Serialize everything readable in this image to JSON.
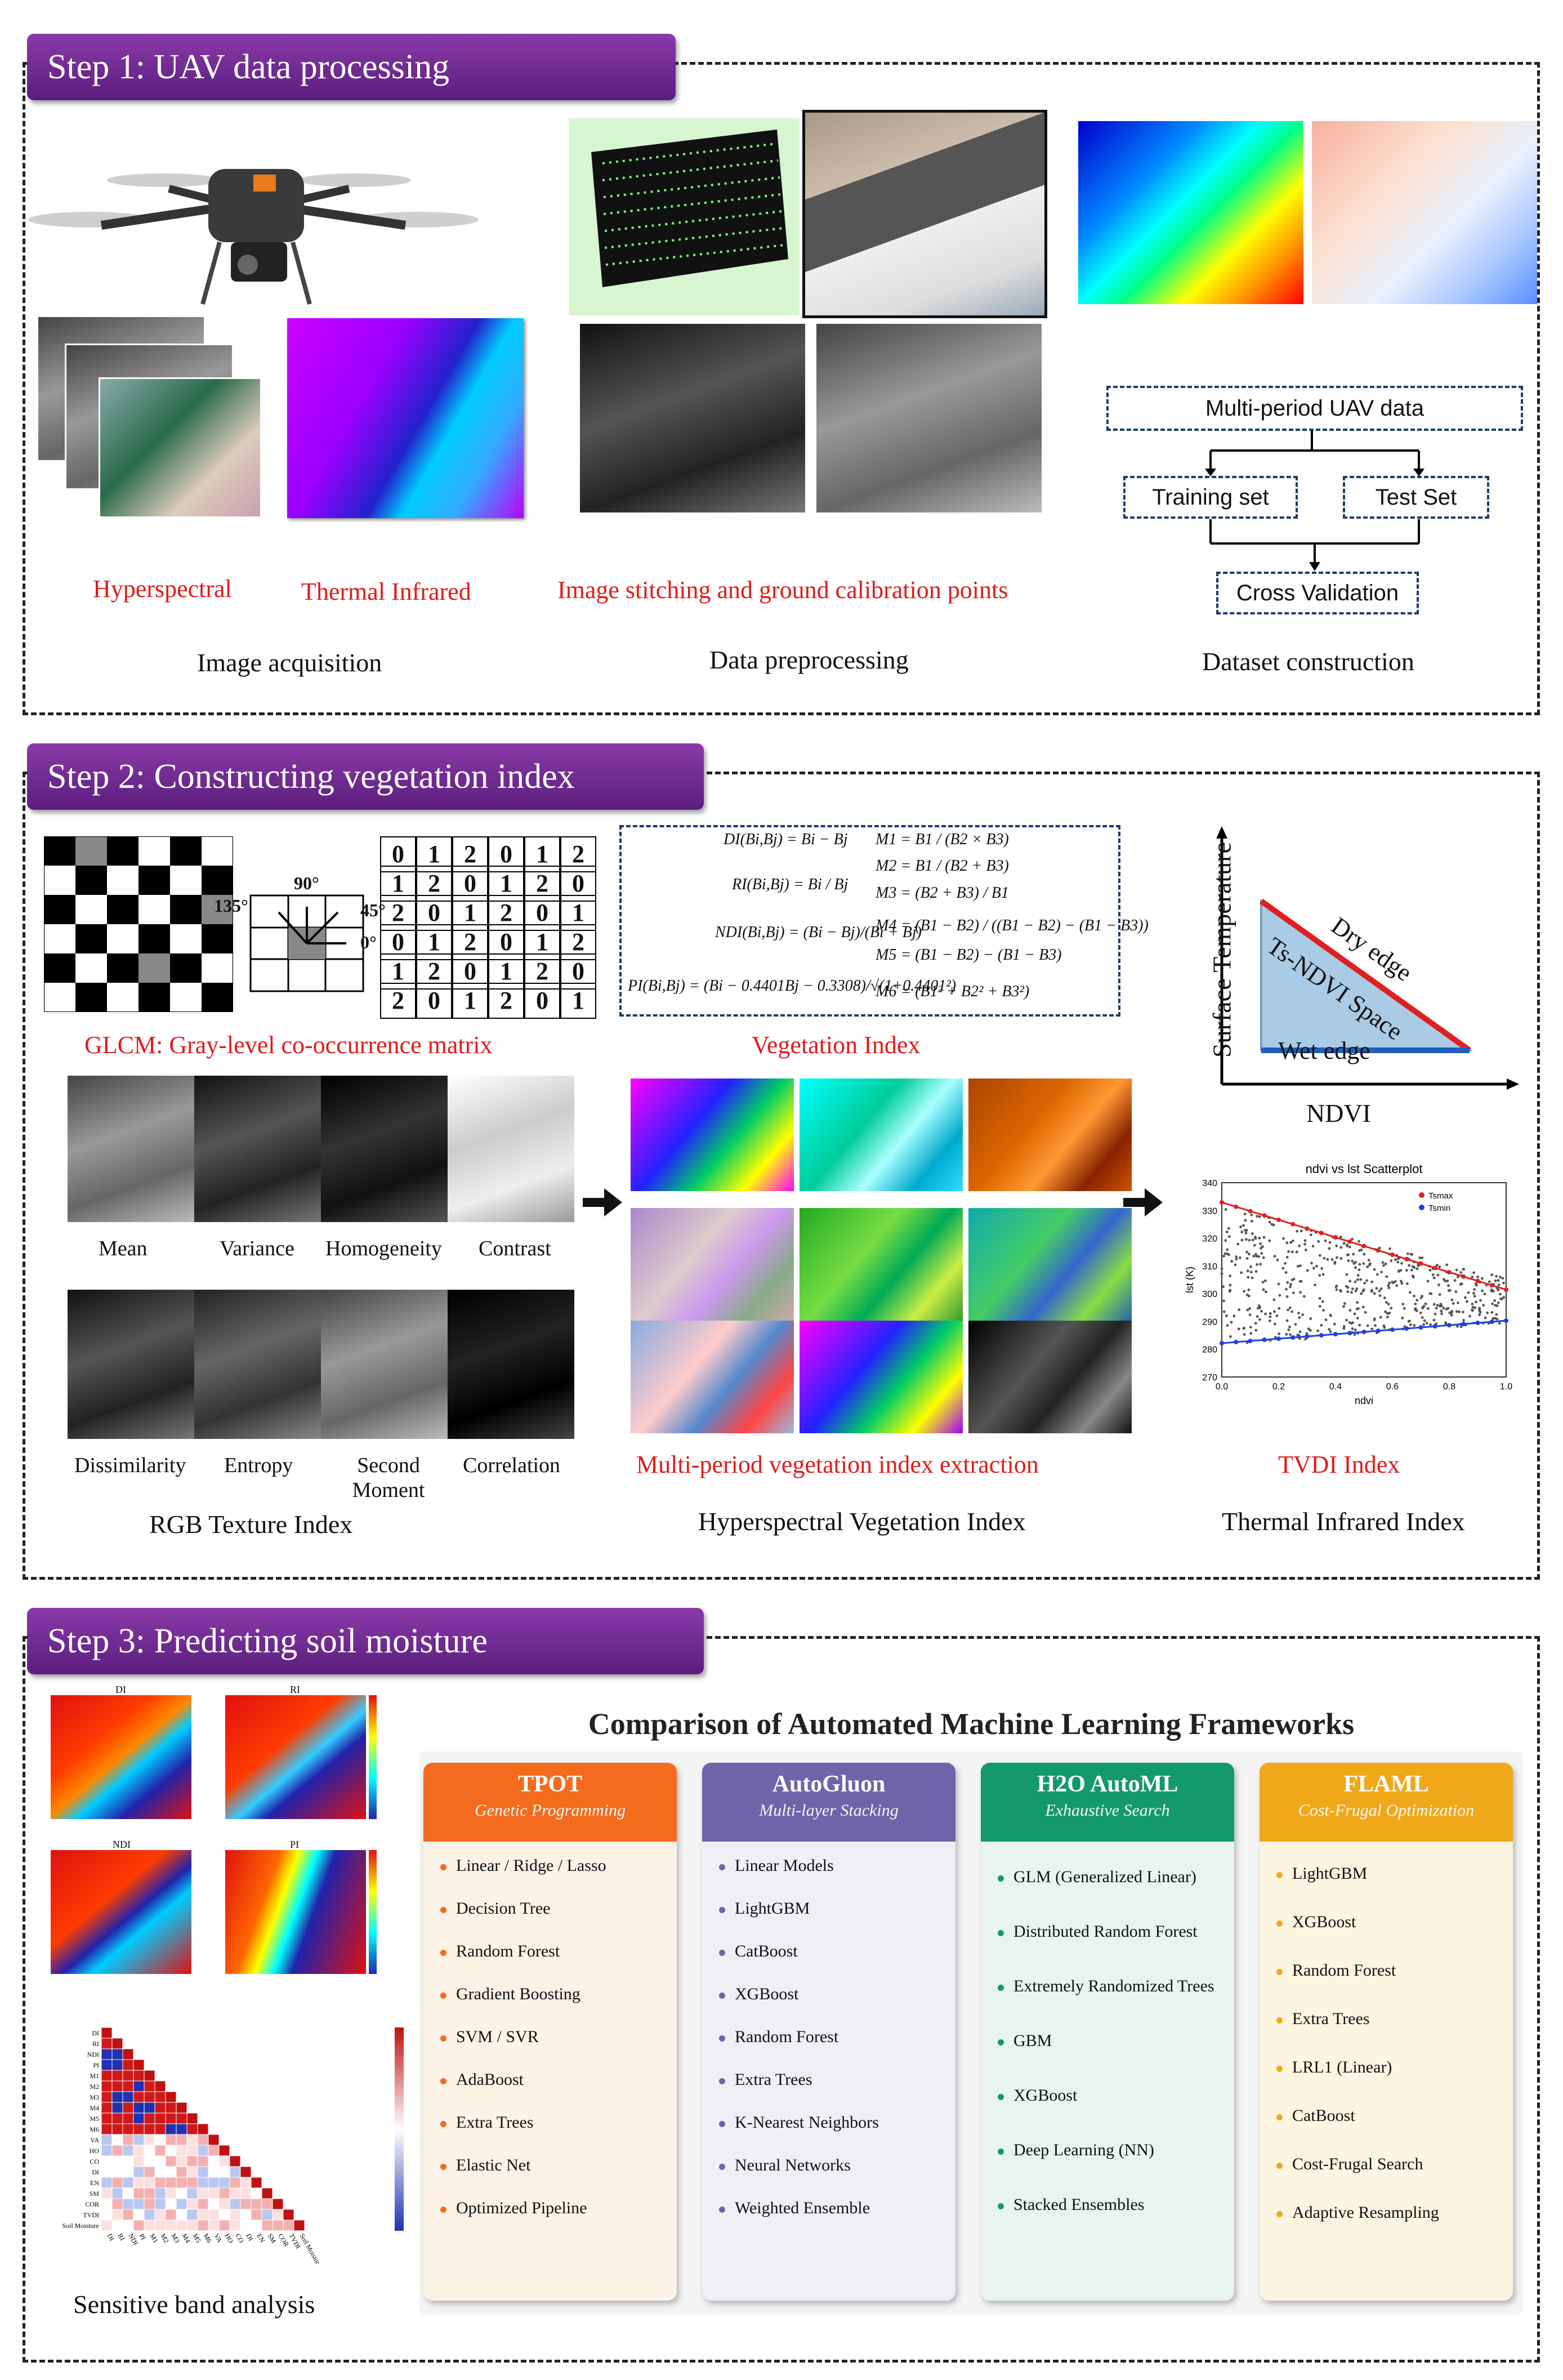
{
  "step1": {
    "title": "Step 1: UAV data processing",
    "labels": {
      "hyperspectral": "Hyperspectral",
      "thermal": "Thermal Infrared",
      "stitching": "Image stitching and ground calibration points",
      "image_acquisition": "Image acquisition",
      "data_preprocessing": "Data preprocessing",
      "dataset_construction": "Dataset construction"
    },
    "flow": {
      "multi_period": "Multi-period UAV data",
      "training": "Training set",
      "test": "Test Set",
      "cv": "Cross Validation"
    }
  },
  "step2": {
    "title": "Step 2: Constructing vegetation index",
    "glcm_caption": "GLCM: Gray-level co-occurrence matrix",
    "angles": [
      "90°",
      "135°",
      "45°",
      "0°"
    ],
    "matrix": [
      [
        "0",
        "1",
        "2",
        "0",
        "1",
        "2"
      ],
      [
        "1",
        "2",
        "0",
        "1",
        "2",
        "0"
      ],
      [
        "2",
        "0",
        "1",
        "2",
        "0",
        "1"
      ],
      [
        "0",
        "1",
        "2",
        "0",
        "1",
        "2"
      ],
      [
        "1",
        "2",
        "0",
        "1",
        "2",
        "0"
      ],
      [
        "2",
        "0",
        "1",
        "2",
        "0",
        "1"
      ]
    ],
    "vi_caption": "Vegetation Index",
    "formulas_left": [
      "DI(Bi,Bj) = Bi − Bj",
      "RI(Bi,Bj) = Bi / Bj",
      "NDI(Bi,Bj) = (Bi − Bj)/(Bi + Bj)",
      "PI(Bi,Bj) = (Bi − 0.4401Bj − 0.3308)/√(1+0.4401²)"
    ],
    "formulas_right": [
      "M1 = B1 / (B2 × B3)",
      "M2 = B1 / (B2 + B3)",
      "M3 = (B2 + B3) / B1",
      "M4 = (B1 − B2) / ((B1 − B2) − (B1 − B3))",
      "M5 = (B1 − B2) − (B1 − B3)",
      "M6 = (B1² + B2² + B3²)"
    ],
    "texture_row1": [
      "Mean",
      "Variance",
      "Homogeneity",
      "Contrast"
    ],
    "texture_row2": [
      "Dissimilarity",
      "Entropy",
      "Second Moment",
      "Correlation"
    ],
    "rgb_caption": "RGB Texture Index",
    "multi_period_caption": "Multi-period vegetation index extraction",
    "hyper_caption": "Hyperspectral Vegetation Index",
    "tvdi": {
      "ylabel": "Surface Temperature",
      "xlabel": "NDVI",
      "dry": "Dry edge",
      "space": "Ts-NDVI Space",
      "wet": "Wet edge",
      "scatter_title": "ndvi vs lst Scatterplot",
      "scatter_xlabel": "ndvi",
      "scatter_ylabel": "lst (K)",
      "legend": [
        "Tsmax",
        "Tsmin"
      ],
      "y_ticks": [
        "340",
        "330",
        "320",
        "310",
        "300",
        "290",
        "280",
        "270"
      ],
      "x_ticks": [
        "0.0",
        "0.2",
        "0.4",
        "0.6",
        "0.8",
        "1.0"
      ],
      "caption_red": "TVDI Index",
      "caption": "Thermal Infrared Index"
    }
  },
  "step3": {
    "title": "Step 3: Predicting soil moisture",
    "heatmap_titles": [
      "DI",
      "RI",
      "NDI",
      "PI"
    ],
    "corr_labels": [
      "DI",
      "RI",
      "NDI",
      "PI",
      "M1",
      "M2",
      "M3",
      "M4",
      "M5",
      "M6",
      "VA",
      "HO",
      "CO",
      "DI",
      "EN",
      "SM",
      "COR",
      "TVDI",
      "Soil Moisture"
    ],
    "sensitive_caption": "Sensitive band analysis",
    "comparison_title": "Comparison of Automated Machine Learning Frameworks",
    "frameworks": [
      {
        "name": "TPOT",
        "sub": "Genetic Programming",
        "items": [
          "Linear / Ridge / Lasso",
          "Decision Tree",
          "Random Forest",
          "Gradient Boosting",
          "SVM / SVR",
          "AdaBoost",
          "Extra Trees",
          "Elastic Net",
          "Optimized Pipeline"
        ]
      },
      {
        "name": "AutoGluon",
        "sub": "Multi-layer Stacking",
        "items": [
          "Linear Models",
          "LightGBM",
          "CatBoost",
          "XGBoost",
          "Random Forest",
          "Extra Trees",
          "K-Nearest Neighbors",
          "Neural Networks",
          "Weighted Ensemble"
        ]
      },
      {
        "name": "H2O AutoML",
        "sub": "Exhaustive Search",
        "items": [
          "GLM (Generalized Linear)",
          "Distributed Random Forest",
          "Extremely Randomized Trees",
          "GBM",
          "XGBoost",
          "Deep Learning (NN)",
          "Stacked Ensembles"
        ]
      },
      {
        "name": "FLAML",
        "sub": "Cost-Frugal Optimization",
        "items": [
          "LightGBM",
          "XGBoost",
          "Random Forest",
          "Extra Trees",
          "LRL1 (Linear)",
          "CatBoost",
          "Cost-Frugal Search",
          "Adaptive Resampling"
        ]
      }
    ]
  }
}
